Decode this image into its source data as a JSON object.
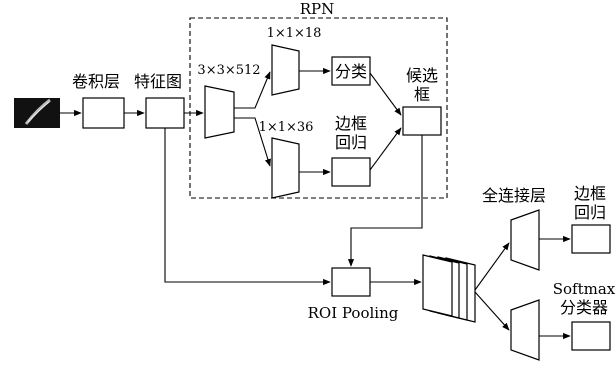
{
  "rpn": {
    "title": "RPN"
  },
  "labels": {
    "conv_layers": "卷积层",
    "feature_map": "特征图",
    "dim_512": "3×3×512",
    "dim_18": "1×1×18",
    "dim_36": "1×1×36",
    "classify": "分类",
    "bbox_reg_line1": "边框",
    "bbox_reg_line2": "回归",
    "proposal_line1": "候选",
    "proposal_line2": "框",
    "roi_pooling": "ROI Pooling",
    "fc_layer": "全连接层",
    "out_bbox_line1": "边框",
    "out_bbox_line2": "回归",
    "softmax": "Softmax",
    "classifier": "分类器"
  },
  "colors": {
    "stroke": "#000000",
    "background": "#ffffff",
    "image_dark": "#111111"
  }
}
